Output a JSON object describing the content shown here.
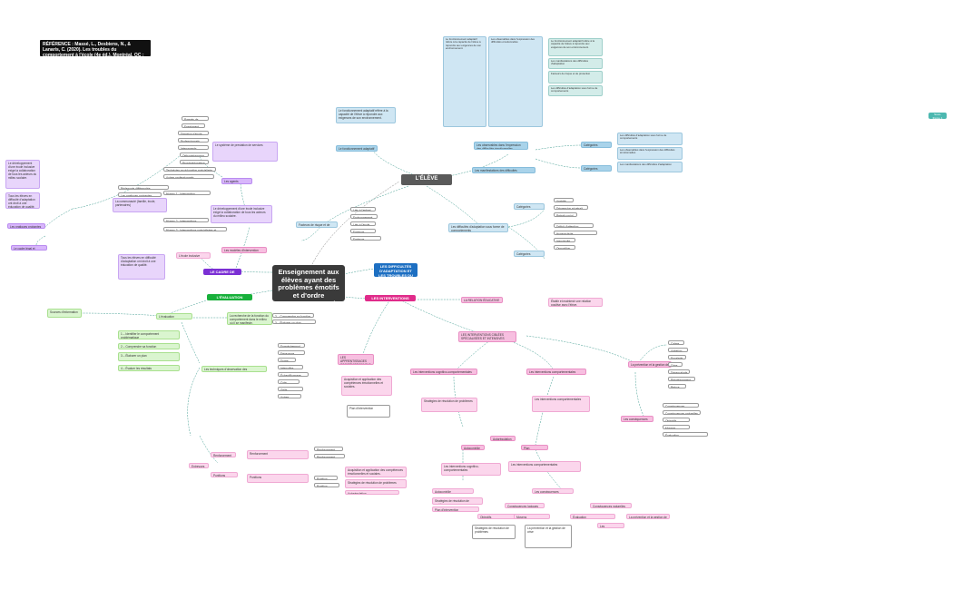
{
  "reference": "RÉFÉRENCE : Massé, L., Desbiens, N., & Lanaris, C. (2020). Les troubles du comportement à l'école (4e éd.). Montréal, QC : Chenelière Éducation.",
  "center_title": "Enseignement aux élèves ayant des problèmes émotifs et d'ordre comportemental",
  "corner_tag": "Sous-thème 1",
  "main_topics": {
    "eleve": "L'ÉLÈVE",
    "difficultes": "LES DIFFICULTÉS D'ADAPTATION ET LES TROUBLES DU COMPORTEMENT À L'ÉCOLE",
    "interventions": "LES INTERVENTIONS",
    "evaluation": "L'ÉVALUATION",
    "cadre": "LE CADRE DE L'INTERVENTION"
  },
  "eleve_branch": {
    "fonctionnement": "Le fonctionnement adaptatif",
    "fonctionnement_desc": "Le fonctionnement adaptatif réfère à la capacité de l'élève à répondre aux exigences de son environnement.",
    "manifestations": "Les manifestations des difficultés d'adaptation",
    "facteurs": "Facteurs de risque et de protection",
    "facteur_items": [
      "Liés à l'enfant",
      "Environnement familial",
      "Liés à l'école",
      "Facteurs culturels",
      "Facteurs environnementaux"
    ],
    "observables": "Les observables dans l'expression des difficultés émotionnelles",
    "categories": [
      "Catégories adaptées",
      "Catégories adaptées"
    ],
    "difficultes_categories": "Les difficultés d'adaptation sous forme de comportements",
    "comportement_items": [
      "Anxiété",
      "Dépression et retrait",
      "Retrait social",
      "Déficit d'attention",
      "Hyperactivité",
      "Impulsivité",
      "Opposition"
    ]
  },
  "cadre_branch": {
    "ecole": "L'école inclusive",
    "modeles": "Les modèles d'intervention",
    "agents": "Les agents d'éducation",
    "niveaux": [
      "Niveau 1 : Intervention universelle",
      "Niveau 2 : Interventions ciblées",
      "Niveau 3 : Interventions spécialisées et intensives"
    ],
    "services_label": "Le système de prestation de services",
    "ecosysteme": "La communauté (famille, école, partenaires)",
    "roles": [
      "Parents de l'élève",
      "Enseignant",
      "Direction d'école",
      "Professionnels",
      "Intervenants",
      "Orthopédagogue",
      "Psychoéducateur",
      "Technicien en éducation spécialisée",
      "Autres professionnels"
    ],
    "inclusion_text": "Le développement d'une école inclusive exige la collaboration de tous les acteurs du milieu scolaire.",
    "pedagogie": "Pédagogie différenciée",
    "pratiques": "Les pratiques probantes",
    "citation": "Tous les élèves en difficulté d'adaptation ont droit à une éducation de qualité.",
    "legal": "Le cadre légal et réglementaire"
  },
  "evaluation_branch": {
    "fonctionnelle": "L'évaluation fonctionnelle",
    "fonctionnelle_desc": "La recherche de la fonction du comportement dans le milieu où il se manifeste.",
    "techniques": "Les techniques d'observation des comportements",
    "technique_items": [
      "Enregistrement",
      "Fréquence",
      "Durée",
      "Intervalles",
      "Échantillonnage",
      "Cote",
      "Grille",
      "Autres"
    ],
    "steps": [
      "1 – Identifier le comportement problématique",
      "2 – Comprendre sa fonction",
      "3 – Élaborer un plan",
      "4 – Évaluer les résultats"
    ],
    "sources": "Sources d'information",
    "entrevues": "Entrevues",
    "renforcement": "Renforcement",
    "renforcements": [
      "Renforcement positif",
      "Renforcement négatif"
    ],
    "punitions": "Punitions",
    "punition_items": [
      "Punition positive",
      "Punition négative"
    ]
  },
  "interventions_branch": {
    "relation": "LA RELATION ÉDUCATIVE",
    "relation_desc": "Établir et maintenir une relation positive avec l'élève.",
    "ciblees": "LES INTERVENTIONS CIBLÉES SPÉCIALISÉES ET INTENSIVES",
    "socio": "LES APPRENTISSAGES SOCIOÉMOTIONNELS",
    "socio_desc": "Acquisition et application des compétences émotionnelles et sociales.",
    "cognitivo": "Les interventions cognitivo-comportementales",
    "comportementales": "Les interventions comportementales",
    "prevention": "La prévention et la gestion de crise",
    "gestion_items": [
      "Calme",
      "Agitation",
      "Escalade",
      "Crise",
      "Désescalade",
      "Rétablissement",
      "Retour"
    ],
    "autocontrole": "Autocontrôle",
    "autoregulation": "Autorégulation",
    "strategies": "Stratégies de résolution de problèmes",
    "consequences": "Les conséquences",
    "consequence_items": [
      "Conséquences logiques",
      "Conséquences naturelles"
    ],
    "plan": "Plan d'intervention",
    "plan_items": [
      "Objectifs",
      "Moyens",
      "Évaluation"
    ]
  }
}
